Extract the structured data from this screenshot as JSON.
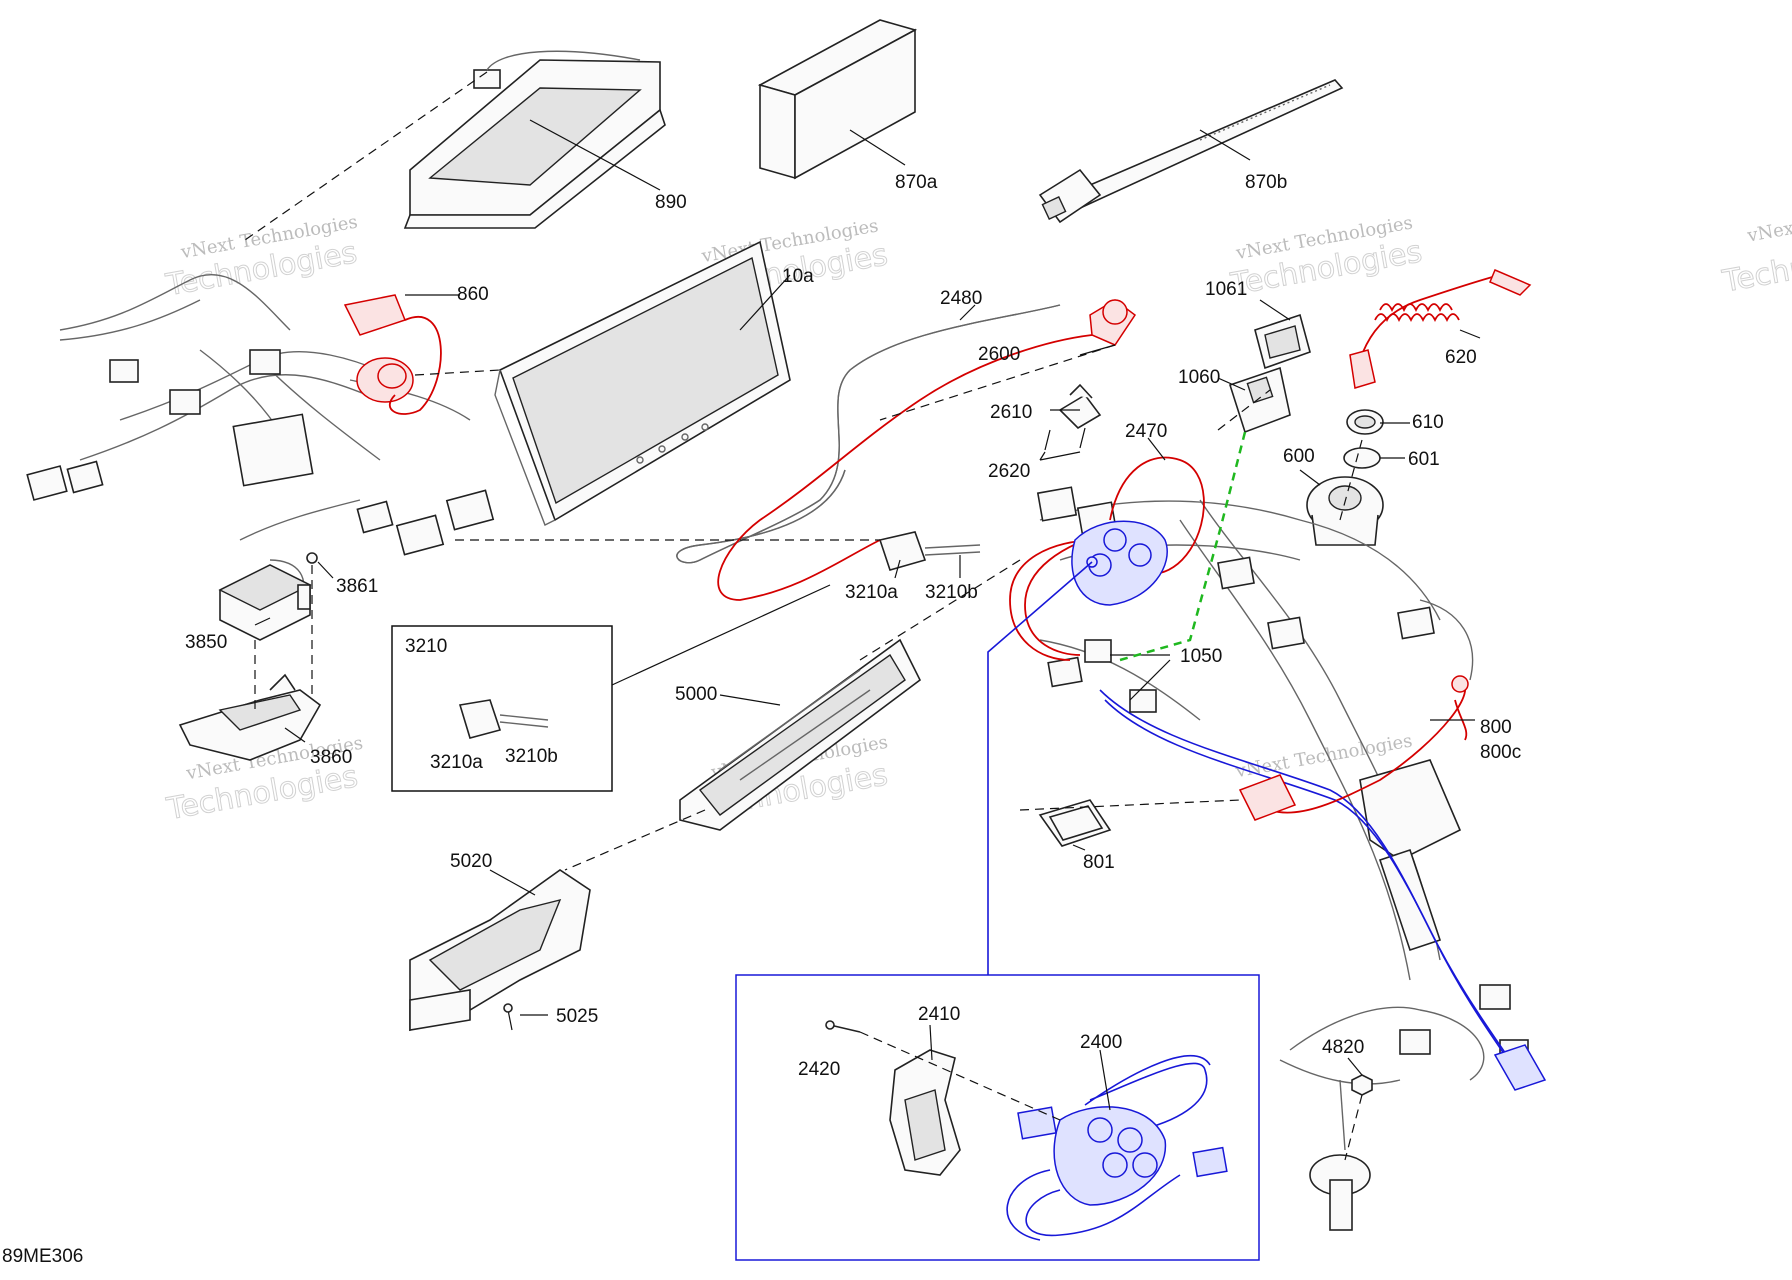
{
  "diagram_code": "89ME306",
  "watermark": {
    "line1": "vNext Technologies",
    "line2": "Technologies"
  },
  "callouts": {
    "c890": "890",
    "c870a": "870a",
    "c870b": "870b",
    "c860": "860",
    "c10a": "10a",
    "c2480": "2480",
    "c2600": "2600",
    "c2610": "2610",
    "c2620": "2620",
    "c1061": "1061",
    "c1060": "1060",
    "c620": "620",
    "c610": "610",
    "c601": "601",
    "c600": "600",
    "c2470": "2470",
    "c3861": "3861",
    "c3850": "3850",
    "c3210a_main": "3210a",
    "c3210b_main": "3210b",
    "c3860": "3860",
    "c5000": "5000",
    "c1050": "1050",
    "c800": "800",
    "c800c": "800c",
    "c801": "801",
    "c5020": "5020",
    "c5025": "5025",
    "c2410": "2410",
    "c2420": "2420",
    "c2400": "2400",
    "c4820": "4820"
  },
  "inset_3210": {
    "title": "3210",
    "label_a": "3210a",
    "label_b": "3210b"
  },
  "colors": {
    "highlight_red": "#d40000",
    "highlight_blue": "#1818d8",
    "highlight_green": "#1fb81f",
    "line": "#111111"
  }
}
